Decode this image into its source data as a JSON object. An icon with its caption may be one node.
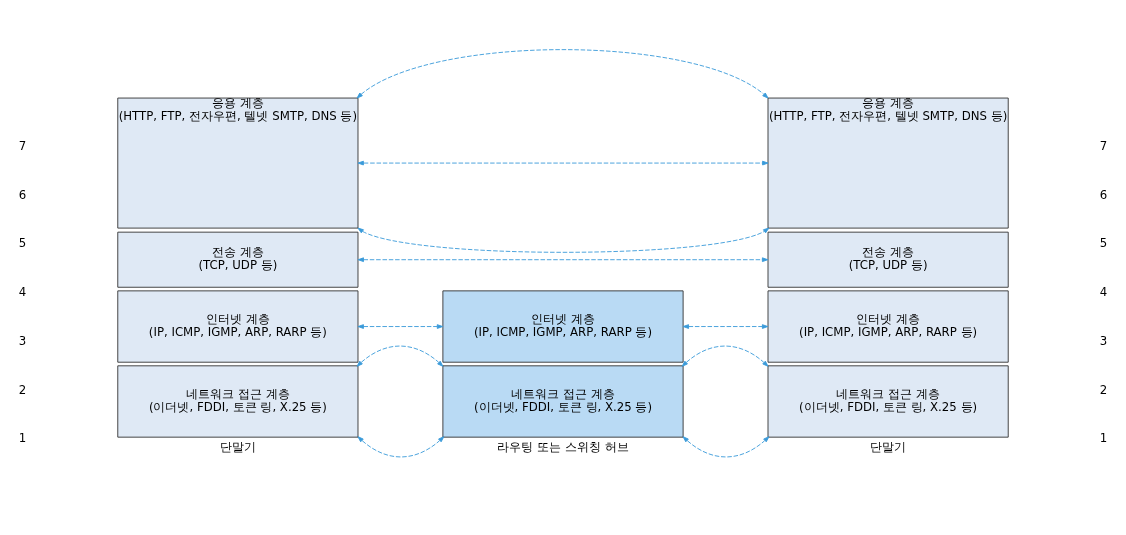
{
  "diagram": {
    "nodes": [
      {
        "text": [
          "응용 계층",
          "(HTTP, FTP, 전자우편, 텔넷 SMTP, DNS 등)"
        ]
      },
      {
        "text": [
          "전송 계층",
          "(TCP, UDP 등)"
        ]
      },
      {
        "text": [
          "인터넷 계층",
          "(IP, ICMP, IGMP, ARP, RARP 등)"
        ]
      },
      {
        "text": [
          "네트워크 접근 계층",
          "(이더넷, FDDI, 토큰 링, X.25 등)"
        ]
      },
      {
        "text": [
          "인터넷 계층",
          "(IP, ICMP, IGMP, ARP, RARP 등)"
        ]
      },
      {
        "text": [
          "네트워크 접근 계층",
          "(이더넷, FDDI, 토큰 링, X.25 등)"
        ]
      },
      {
        "text": [
          "응용 계층",
          "(HTTP, FTP, 전자우편, 텔넷 SMTP, DNS 등)"
        ]
      },
      {
        "text": [
          "전송 계층",
          "(TCP, UDP 등)"
        ]
      },
      {
        "text": [
          "인터넷 계층",
          "(IP, ICMP, IGMP, ARP, RARP 등)"
        ]
      },
      {
        "text": [
          "네트워크 접근 계층",
          "(이더넷, FDDI, 토큰 링, X.25 등)"
        ]
      }
    ],
    "edges": [
      {
        "from": 0,
        "to": 6,
        "arrow": "both",
        "style": "dashed"
      },
      {
        "from": 0,
        "to": 6,
        "arrow": "both",
        "style": "dashed"
      },
      {
        "from": 0,
        "to": 6,
        "arrow": "both",
        "style": "dashed"
      },
      {
        "from": 1,
        "to": 7,
        "arrow": "both",
        "style": "dashed"
      },
      {
        "from": 2,
        "to": 4,
        "arrow": "both",
        "style": "dashed"
      },
      {
        "from": 4,
        "to": 8,
        "arrow": "both",
        "style": "dashed"
      },
      {
        "from": 3,
        "to": 5,
        "arrow": "both",
        "style": "dashed"
      },
      {
        "from": 5,
        "to": 9,
        "arrow": "both",
        "style": "dashed"
      },
      {
        "from": 3,
        "to": 5,
        "arrow": "both",
        "style": "dashed"
      },
      {
        "from": 5,
        "to": 9,
        "arrow": "both",
        "style": "dashed"
      }
    ],
    "labels": [
      "7",
      "7",
      "6",
      "6",
      "5",
      "5",
      "4",
      "4",
      "3",
      "3",
      "2",
      "2",
      "1",
      "1",
      "단말기",
      "라우팅 또는 스위칭 허브",
      "단말기"
    ]
  }
}
